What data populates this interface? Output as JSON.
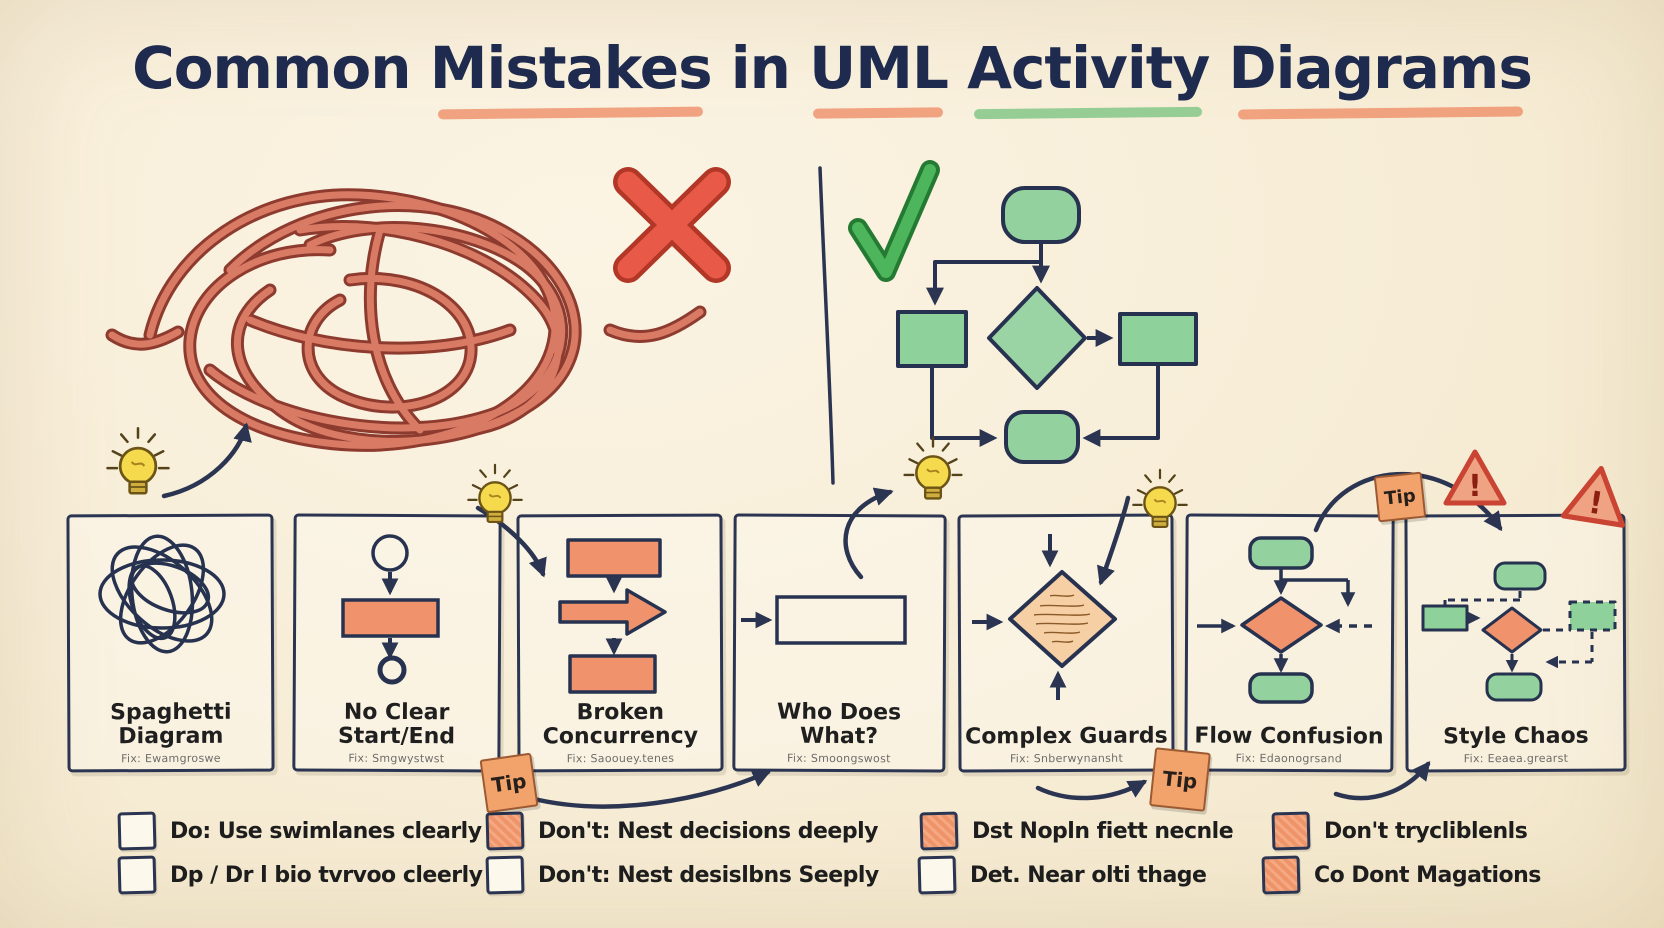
{
  "title": {
    "segments": [
      {
        "text": "Common "
      },
      {
        "text": "Mistakes",
        "underline": "orange"
      },
      {
        "text": " in "
      },
      {
        "text": "UML",
        "underline": "orange"
      },
      {
        "text": " "
      },
      {
        "text": "Activity",
        "underline": "green"
      },
      {
        "text": " "
      },
      {
        "text": "Diagrams",
        "underline": "orange"
      }
    ]
  },
  "top_section": {
    "bad_icon": "red-x-mark",
    "good_icon": "green-check-mark",
    "bad_art": "tangled-spaghetti-flow",
    "good_art": "clean-activity-flowchart"
  },
  "panels": [
    {
      "label": "Spaghetti\nDiagram",
      "fix": "Fix: Ewamgroswe",
      "icon": "tangle-scribble-icon"
    },
    {
      "label": "No Clear\nStart/End",
      "fix": "Fix: Smgwystwst",
      "icon": "start-end-flow-icon"
    },
    {
      "label": "Broken\nConcurrency",
      "fix": "Fix: Saoouey.tenes",
      "icon": "broken-concurrency-icon"
    },
    {
      "label": "Who Does What?",
      "fix": "Fix: Smoongswost",
      "icon": "empty-activity-box-icon"
    },
    {
      "label": "Complex Guards",
      "fix": "Fix: Snberwynansht",
      "icon": "guard-condition-diamond-icon"
    },
    {
      "label": "Flow Confusion",
      "fix": "Fix: Edaonogrsand",
      "icon": "confused-branch-icon"
    },
    {
      "label": "Style Chaos",
      "fix": "Fix: Eeaea.grearst",
      "icon": "mixed-style-flow-icon"
    }
  ],
  "checklist": {
    "columns": [
      {
        "items": [
          {
            "text": "Do: Use swimlanes clearly",
            "checkbox": "white"
          },
          {
            "text": "Dp / Dr l bio tvrvoo cleerly",
            "checkbox": "white"
          }
        ]
      },
      {
        "items": [
          {
            "text": "Don't: Nest decisions deeply",
            "checkbox": "orange"
          },
          {
            "text": "Don't: Nest desislbns Seeply",
            "checkbox": "white"
          }
        ]
      },
      {
        "items": [
          {
            "text": "Dst Nopln fiett necnle",
            "checkbox": "orange"
          },
          {
            "text": "Det. Near olti thage",
            "checkbox": "white"
          }
        ]
      },
      {
        "items": [
          {
            "text": "Don't trycliblenls",
            "checkbox": "orange"
          },
          {
            "text": "Co Dont Magations",
            "checkbox": "orange"
          }
        ]
      }
    ]
  },
  "decorations": {
    "tip_label": "Tip",
    "warning_mark": "!",
    "lightbulb_icon": "lightbulb-icon"
  },
  "colors": {
    "paper": "#F8EFDA",
    "ink_navy": "#2B3552",
    "accent_orange": "#F0926C",
    "accent_green": "#8FD19A",
    "tangle_red": "#D97B64",
    "x_red": "#E85948",
    "check_green": "#3BA84A",
    "bulb_yellow": "#F6DA4E",
    "sticky_orange": "#F2A26B",
    "warning_red": "#CB4733",
    "underline_orange": "#EF8F68",
    "underline_green": "#7CC483"
  }
}
